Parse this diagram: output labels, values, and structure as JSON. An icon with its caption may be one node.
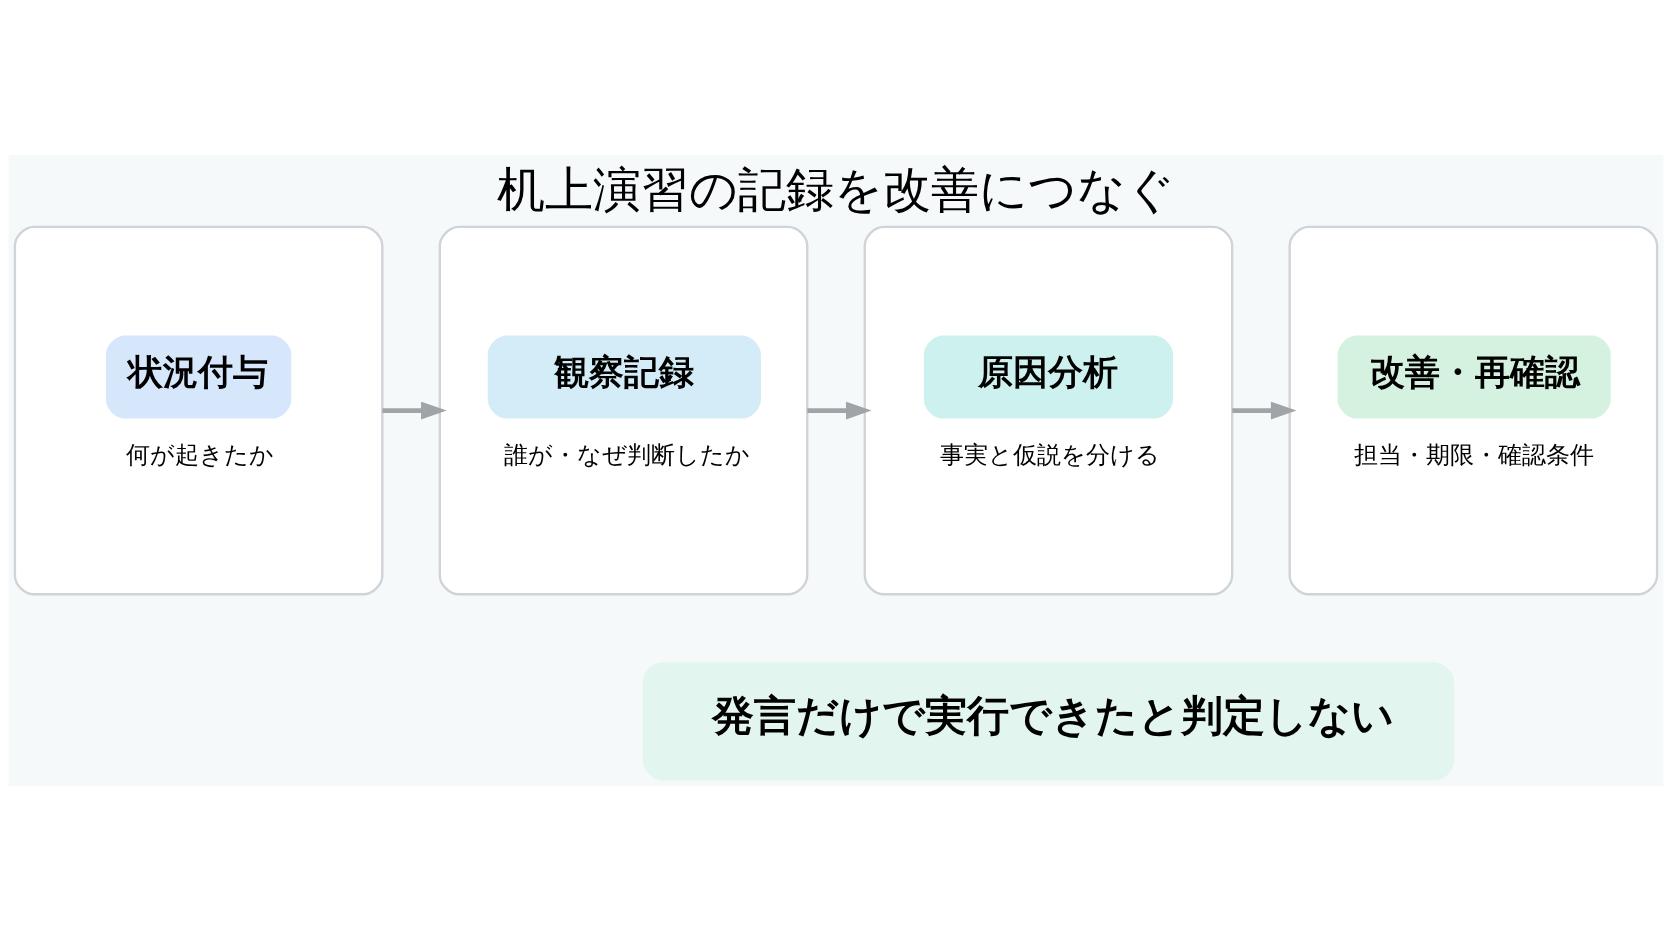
{
  "diagram": {
    "title": "机上演習の記録を改善につなぐ",
    "nodes": [
      {
        "text": [
          "状況付与",
          "何が起きたか"
        ]
      },
      {
        "text": [
          "観察記録",
          "誰が・なぜ判断したか"
        ]
      },
      {
        "text": [
          "原因分析",
          "事実と仮説を分ける"
        ]
      },
      {
        "text": [
          "改善・再確認",
          "担当・期限・確認条件"
        ]
      },
      {
        "text": [
          "発言だけで実行できたと判定しない"
        ]
      }
    ],
    "edges": [
      {
        "from": 0,
        "to": 1,
        "arrow": "to"
      },
      {
        "from": 1,
        "to": 2,
        "arrow": "to"
      },
      {
        "from": 2,
        "to": 3,
        "arrow": "to"
      }
    ]
  }
}
